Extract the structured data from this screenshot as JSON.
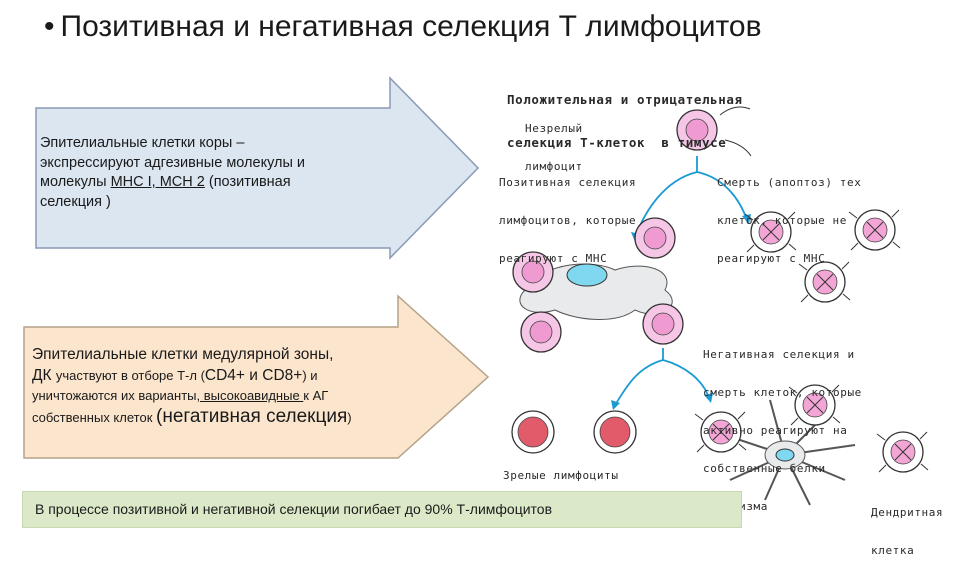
{
  "title": "Позитивная и негативная селекция Т лимфоцитов",
  "box1": {
    "line1": "Эпителиальные клетки коры –",
    "line2": "экспрессируют адгезивные молекулы и",
    "line3a": "молекулы ",
    "line3b": "МНС I, МСН 2",
    "line3c": " (позитивная",
    "line4": "селекция )"
  },
  "box2": {
    "line1": "Эпителиальные клетки медулярной зоны,",
    "line2a": "ДК ",
    "line2b": "участвуют в отборе Т-л (",
    "line2c": "CD4+ и CD8+",
    "line2d": ") и",
    "line3a": "уничтожаются их варианты",
    "line3b": ", высокоавидные ",
    "line3c": "к АГ",
    "line4a": "собственных клеток ",
    "line4b": "(негативная селекция",
    "line4c": ")"
  },
  "diagram": {
    "heading1": "Положительная и отрицательная",
    "heading2": "селекция Т-клеток  в тимусе",
    "immature1": "Незрелый",
    "immature2": "лимфоцит",
    "positive1": "Позитивная селекция",
    "positive2": "лимфоцитов, которые",
    "positive3": "реагируют с МНС",
    "death1": "Смерть (апоптоз) тех",
    "death2": "клеток, которые не",
    "death3": "реагируют с МНС",
    "negative1": "Негативная селекция и",
    "negative2": "смерть клеток, которые",
    "negative3": "активно реагируют на",
    "negative4": "собственные белки",
    "negative5": "организма",
    "mature": "Зрелые лимфоциты",
    "dendritic1": "Дендритная",
    "dendritic2": "клетка"
  },
  "footer": "В процессе позитивной и негативной селекции погибает до 90% Т-лимфоцитов",
  "colors": {
    "arrow1_fill": "#dce6f1",
    "arrow2_fill": "#fce5cd",
    "footer_bg": "#dce9c8",
    "cell_pink": "#f6c6e6",
    "cell_red": "#e25b6b",
    "nucleus_blue": "#7fd8ef"
  }
}
